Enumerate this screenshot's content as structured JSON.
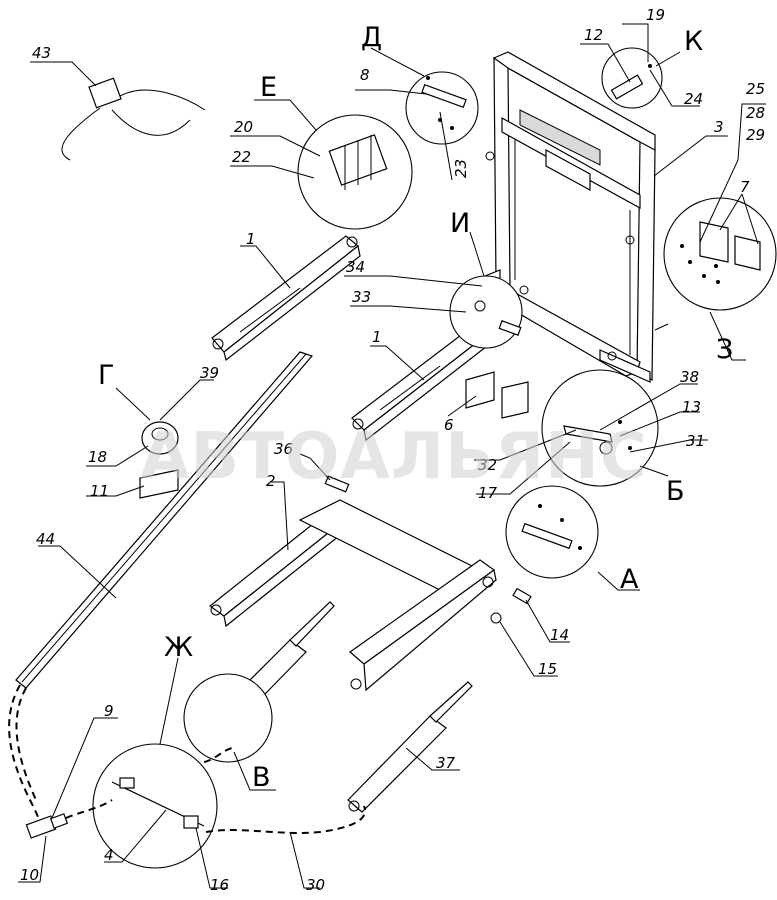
{
  "watermark": "АВТОАЛЬЯНС",
  "part_numbers": [
    "1",
    "1",
    "2",
    "3",
    "4",
    "6",
    "7",
    "8",
    "9",
    "10",
    "11",
    "12",
    "13",
    "14",
    "15",
    "16",
    "17",
    "18",
    "19",
    "20",
    "22",
    "23",
    "24",
    "25",
    "28",
    "29",
    "30",
    "31",
    "32",
    "33",
    "34",
    "36",
    "37",
    "38",
    "39",
    "43",
    "44"
  ],
  "view_letters": [
    "А",
    "Б",
    "В",
    "Г",
    "Д",
    "Е",
    "Ж",
    "З",
    "И",
    "К"
  ]
}
